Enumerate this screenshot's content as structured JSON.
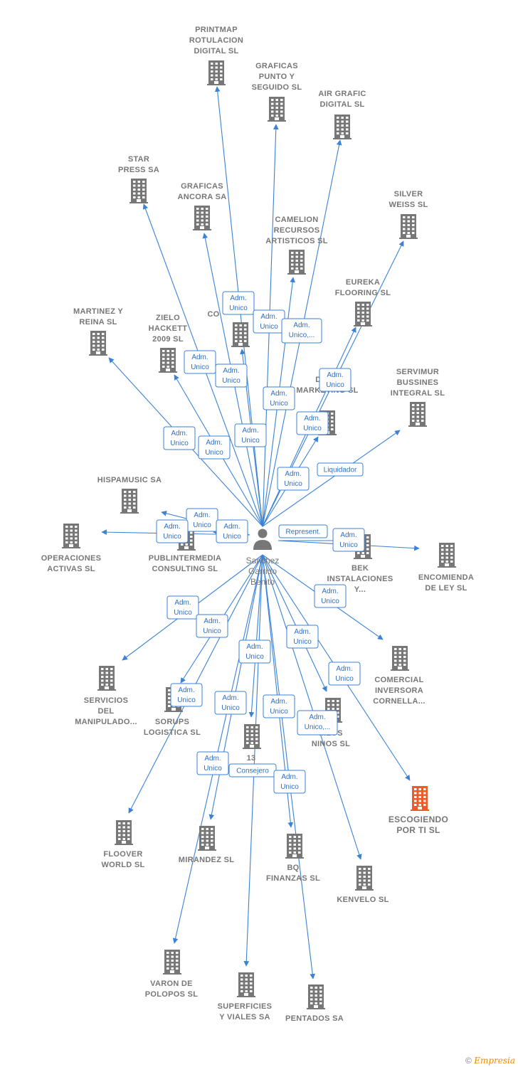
{
  "center": {
    "name_lines": [
      "Sanchez",
      "Garrido",
      "Benito"
    ],
    "icon": "person-icon"
  },
  "colors": {
    "edge": "#3b82d6",
    "building": "#777777",
    "highlight": "#f05a28"
  },
  "companies": [
    {
      "id": "printmap",
      "lines": [
        "PRINTMAP",
        "ROTULACION",
        "DIGITAL SL"
      ]
    },
    {
      "id": "graficas-punto",
      "lines": [
        "GRAFICAS",
        "PUNTO Y",
        "SEGUIDO SL"
      ]
    },
    {
      "id": "air-grafic",
      "lines": [
        "AIR GRAFIC",
        "DIGITAL SL"
      ]
    },
    {
      "id": "star-press",
      "lines": [
        "STAR",
        "PRESS SA"
      ]
    },
    {
      "id": "graficas-ancora",
      "lines": [
        "GRAFICAS",
        "ANCORA SA"
      ]
    },
    {
      "id": "camelion",
      "lines": [
        "CAMELION",
        "RECURSOS",
        "ARTISTICOS SL"
      ]
    },
    {
      "id": "silver-weiss",
      "lines": [
        "SILVER",
        "WEISS SL"
      ]
    },
    {
      "id": "eureka",
      "lines": [
        "EUREKA",
        "FLOORING SL"
      ]
    },
    {
      "id": "martinez",
      "lines": [
        "MARTINEZ Y",
        "REINA SL"
      ]
    },
    {
      "id": "zielo",
      "lines": [
        "ZIELO",
        "HACKETT",
        "2009 SL"
      ]
    },
    {
      "id": "com",
      "lines": [
        "CO"
      ]
    },
    {
      "id": "desmarketing",
      "lines": [
        "DES...",
        "MARKETING SL"
      ]
    },
    {
      "id": "servimur",
      "lines": [
        "SERVIMUR",
        "BUSSINES",
        "INTEGRAL SL"
      ]
    },
    {
      "id": "hispamusic",
      "lines": [
        "HISPAMUSIC SA"
      ]
    },
    {
      "id": "operaciones",
      "lines": [
        "OPERACIONES",
        "ACTIVAS SL"
      ]
    },
    {
      "id": "publintermedia",
      "lines": [
        "PUBLINTERMEDIA",
        "CONSULTING SL"
      ]
    },
    {
      "id": "bek",
      "lines": [
        "BEK",
        "INSTALACIONES",
        "Y..."
      ]
    },
    {
      "id": "encomienda",
      "lines": [
        "ENCOMIENDA",
        "DE LEY  SL"
      ]
    },
    {
      "id": "servicios",
      "lines": [
        "SERVICIOS",
        "DEL",
        "MANIPULADO..."
      ]
    },
    {
      "id": "sorups",
      "lines": [
        "SORUPS",
        "LOGISTICA  SL"
      ]
    },
    {
      "id": "comercial",
      "lines": [
        "COMERCIAL",
        "INVERSORA",
        "CORNELLA..."
      ]
    },
    {
      "id": "ninos",
      "lines": [
        "...LOS",
        "NINOS SL"
      ]
    },
    {
      "id": "n13",
      "lines": [
        "13"
      ]
    },
    {
      "id": "escogiendo",
      "lines": [
        "ESCOGIENDO",
        "POR TI  SL"
      ],
      "highlight": true
    },
    {
      "id": "floover",
      "lines": [
        "FLOOVER",
        "WORLD SL"
      ]
    },
    {
      "id": "mirandez",
      "lines": [
        "MIRANDEZ SL"
      ]
    },
    {
      "id": "bq",
      "lines": [
        "BQ",
        "FINANZAS SL"
      ]
    },
    {
      "id": "kenvelo",
      "lines": [
        "KENVELO  SL"
      ]
    },
    {
      "id": "varon",
      "lines": [
        "VARON DE",
        "POLOPOS SL"
      ]
    },
    {
      "id": "superficies",
      "lines": [
        "SUPERFICIES",
        "Y VIALES SA"
      ]
    },
    {
      "id": "pentados",
      "lines": [
        "PENTADOS SA"
      ]
    }
  ],
  "relations": [
    {
      "target": "printmap",
      "label": [
        "Adm.",
        "Unico"
      ]
    },
    {
      "target": "graficas-punto",
      "label": [
        "Adm.",
        "Unico"
      ]
    },
    {
      "target": "air-grafic",
      "label": [
        "Adm.",
        "Unico,..."
      ]
    },
    {
      "target": "star-press",
      "label": [
        "Adm.",
        "Unico"
      ]
    },
    {
      "target": "graficas-ancora",
      "label": [
        "Adm.",
        "Unico"
      ]
    },
    {
      "target": "camelion",
      "label": [
        "Adm.",
        "Unico"
      ]
    },
    {
      "target": "silver-weiss",
      "label": [
        "Adm.",
        "Unico"
      ]
    },
    {
      "target": "eureka",
      "label": [
        "Adm.",
        "Unico"
      ]
    },
    {
      "target": "martinez",
      "label": [
        "Adm.",
        "Unico"
      ]
    },
    {
      "target": "zielo",
      "label": [
        "Adm.",
        "Unico"
      ]
    },
    {
      "target": "com",
      "label": [
        "Adm.",
        "Unico"
      ]
    },
    {
      "target": "desmarketing",
      "label": [
        "Adm.",
        "Unico"
      ]
    },
    {
      "target": "servimur",
      "label": [
        "Liquidador"
      ]
    },
    {
      "target": "hispamusic",
      "label": [
        "Adm.",
        "Unico"
      ]
    },
    {
      "target": "operaciones",
      "label": [
        "Adm.",
        "Unico"
      ]
    },
    {
      "target": "publintermedia",
      "label": [
        "Adm.",
        "Unico"
      ]
    },
    {
      "target": "bek",
      "label": [
        "Represent."
      ]
    },
    {
      "target": "encomienda",
      "label": [
        "Adm.",
        "Unico"
      ]
    },
    {
      "target": "servicios",
      "label": [
        "Adm.",
        "Unico"
      ]
    },
    {
      "target": "sorups",
      "label": [
        "Adm.",
        "Unico"
      ]
    },
    {
      "target": "comercial",
      "label": [
        "Adm.",
        "Unico"
      ]
    },
    {
      "target": "ninos",
      "label": [
        "Adm.",
        "Unico"
      ]
    },
    {
      "target": "n13",
      "label": [
        "Adm.",
        "Unico"
      ]
    },
    {
      "target": "escogiendo",
      "label": [
        "Adm.",
        "Unico"
      ]
    },
    {
      "target": "floover",
      "label": [
        "Adm.",
        "Unico"
      ]
    },
    {
      "target": "mirandez",
      "label": [
        "Adm.",
        "Unico"
      ]
    },
    {
      "target": "bq",
      "label": [
        "Adm.",
        "Unico"
      ]
    },
    {
      "target": "kenvelo",
      "label": [
        "Adm.",
        "Unico,..."
      ]
    },
    {
      "target": "varon",
      "label": [
        "Adm.",
        "Unico"
      ]
    },
    {
      "target": "superficies",
      "label": [
        "Consejero"
      ]
    },
    {
      "target": "pentados",
      "label": [
        "Adm.",
        "Unico"
      ]
    }
  ],
  "footer": {
    "copyright": "©",
    "brand": "Empresia"
  }
}
